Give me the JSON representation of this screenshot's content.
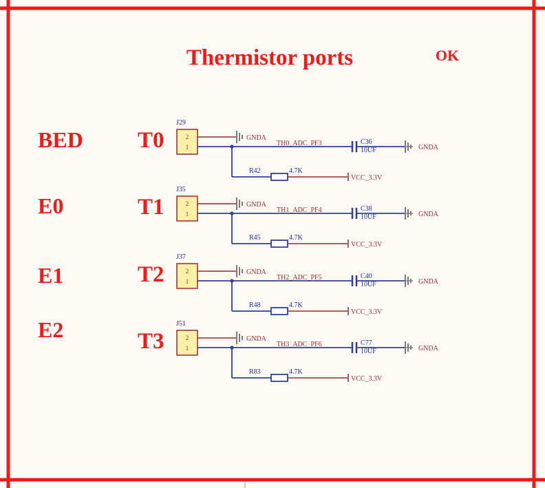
{
  "title": "Thermistor ports",
  "status": "OK",
  "channels": [
    {
      "label": "BED",
      "port": "T0",
      "connector": "J29",
      "pin_top": "2",
      "pin_bottom": "1",
      "gnd_left": "GNDA",
      "net": "TH0_ADC_PF3",
      "capacitor": "C36",
      "cap_value": "10UF",
      "gnd_right": "GNDA",
      "resistor": "R42",
      "res_value": "4.7K",
      "vcc": "VCC_3.3V"
    },
    {
      "label": "E0",
      "port": "T1",
      "connector": "J35",
      "pin_top": "2",
      "pin_bottom": "1",
      "gnd_left": "GNDA",
      "net": "TH1_ADC_PF4",
      "capacitor": "C38",
      "cap_value": "10UF",
      "gnd_right": "GNDA",
      "resistor": "R45",
      "res_value": "4.7K",
      "vcc": "VCC_3.3V"
    },
    {
      "label": "E1",
      "port": "T2",
      "connector": "J37",
      "pin_top": "2",
      "pin_bottom": "1",
      "gnd_left": "GNDA",
      "net": "TH2_ADC_PF5",
      "capacitor": "C40",
      "cap_value": "10UF",
      "gnd_right": "GNDA",
      "resistor": "R48",
      "res_value": "4.7K",
      "vcc": "VCC_3.3V"
    },
    {
      "label": "E2",
      "port": "T3",
      "connector": "J51",
      "pin_top": "2",
      "pin_bottom": "1",
      "gnd_left": "GNDA",
      "net": "TH3_ADC_PF6",
      "capacitor": "C77",
      "cap_value": "10UF",
      "gnd_right": "GNDA",
      "resistor": "R83",
      "res_value": "4.7K",
      "vcc": "VCC_3.3V"
    }
  ],
  "colors": {
    "frame": "#ef1b1b",
    "wire": "#2f3ea3",
    "part": "#9a2b2b",
    "connector_fill": "#fbf0a8",
    "ground": "#7a7a7a"
  }
}
